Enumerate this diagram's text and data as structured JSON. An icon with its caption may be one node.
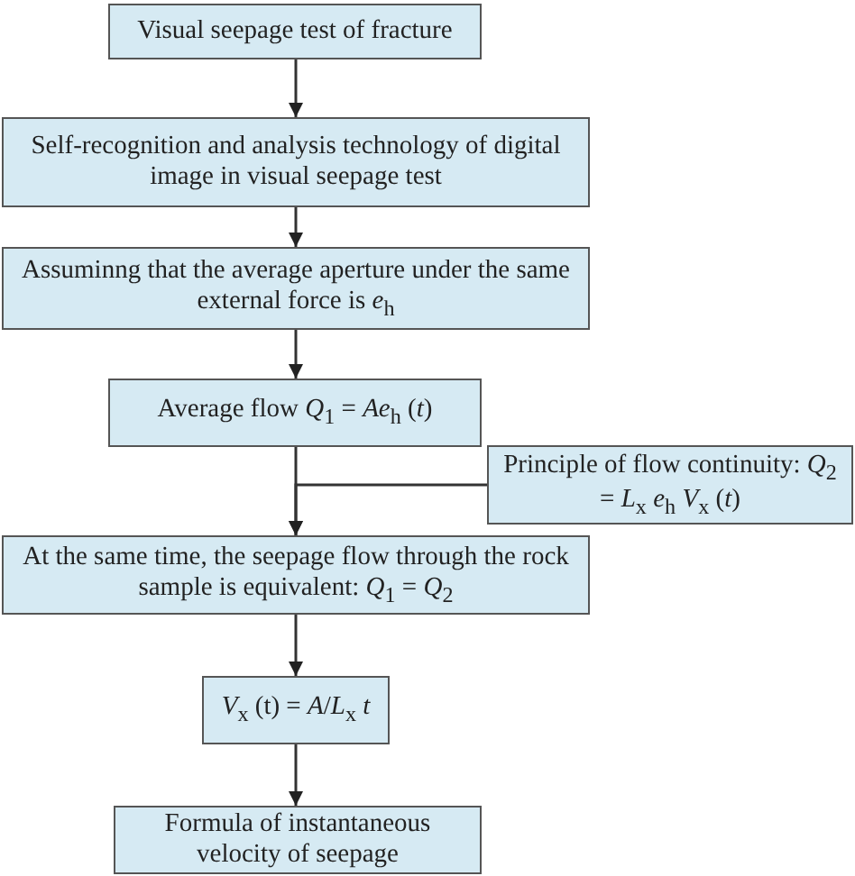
{
  "diagram": {
    "nodes": [
      {
        "text": [
          "Visual seepage test of fracture"
        ]
      },
      {
        "text": [
          "Self-recognition and analysis technology of digital image in visual seepage test"
        ]
      },
      {
        "text": [
          "Assuminng that the average aperture under the same external force is *e*$_{h}$"
        ]
      },
      {
        "text": [
          "Average flow *Q*$_{1}$ = *Ae*$_{h}$ (*t*)"
        ]
      },
      {
        "text": [
          "Principle of flow continuity: *Q*$_{2}$ = *L*$_{x}$ *e*$_{h}$ *V*$_{x}$ (*t*)"
        ]
      },
      {
        "text": [
          "At the same time, the seepage flow through the rock sample is equivalent: *Q*$_{1}$ = *Q*$_{2}$"
        ]
      },
      {
        "text": [
          "*V*$_{x}$ (t) = *A*/*L*$_{x}$ *t*"
        ]
      },
      {
        "text": [
          "Formula of instantaneous velocity of seepage"
        ]
      }
    ],
    "edges": [
      {
        "from": 0,
        "to": 1,
        "arrow": "to"
      },
      {
        "from": 1,
        "to": 2,
        "arrow": "to"
      },
      {
        "from": 2,
        "to": 3,
        "arrow": "to"
      },
      {
        "from": 3,
        "to": 5,
        "arrow": "to"
      },
      {
        "from": 4,
        "to": 5,
        "arrow": "to"
      },
      {
        "from": 5,
        "to": 6,
        "arrow": "to"
      },
      {
        "from": 6,
        "to": 7,
        "arrow": "to"
      }
    ]
  }
}
